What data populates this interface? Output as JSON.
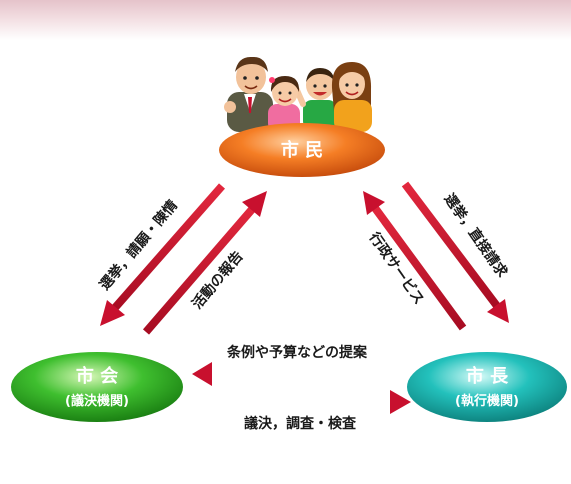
{
  "nodes": {
    "citizens": {
      "label": "市 民",
      "color": "#f06a14"
    },
    "council": {
      "label": "市 会",
      "sub": "(議決機関)",
      "color": "#2fb52a"
    },
    "mayor": {
      "label": "市 長",
      "sub": "(執行機関)",
      "color": "#1ab8b4"
    }
  },
  "arrows": {
    "citizens_to_council": "選挙，請願・陳情",
    "council_to_citizens": "活動の報告",
    "mayor_to_citizens": "行政サービス",
    "citizens_to_mayor": "選挙，直接請求",
    "mayor_to_council": "条例や予算などの提案",
    "council_to_mayor": "議決，調査・検査"
  },
  "colors": {
    "arrow": "#c8102e",
    "arrow_dark": "#9a0c22"
  },
  "illustration": {
    "icon": "family-icon"
  }
}
